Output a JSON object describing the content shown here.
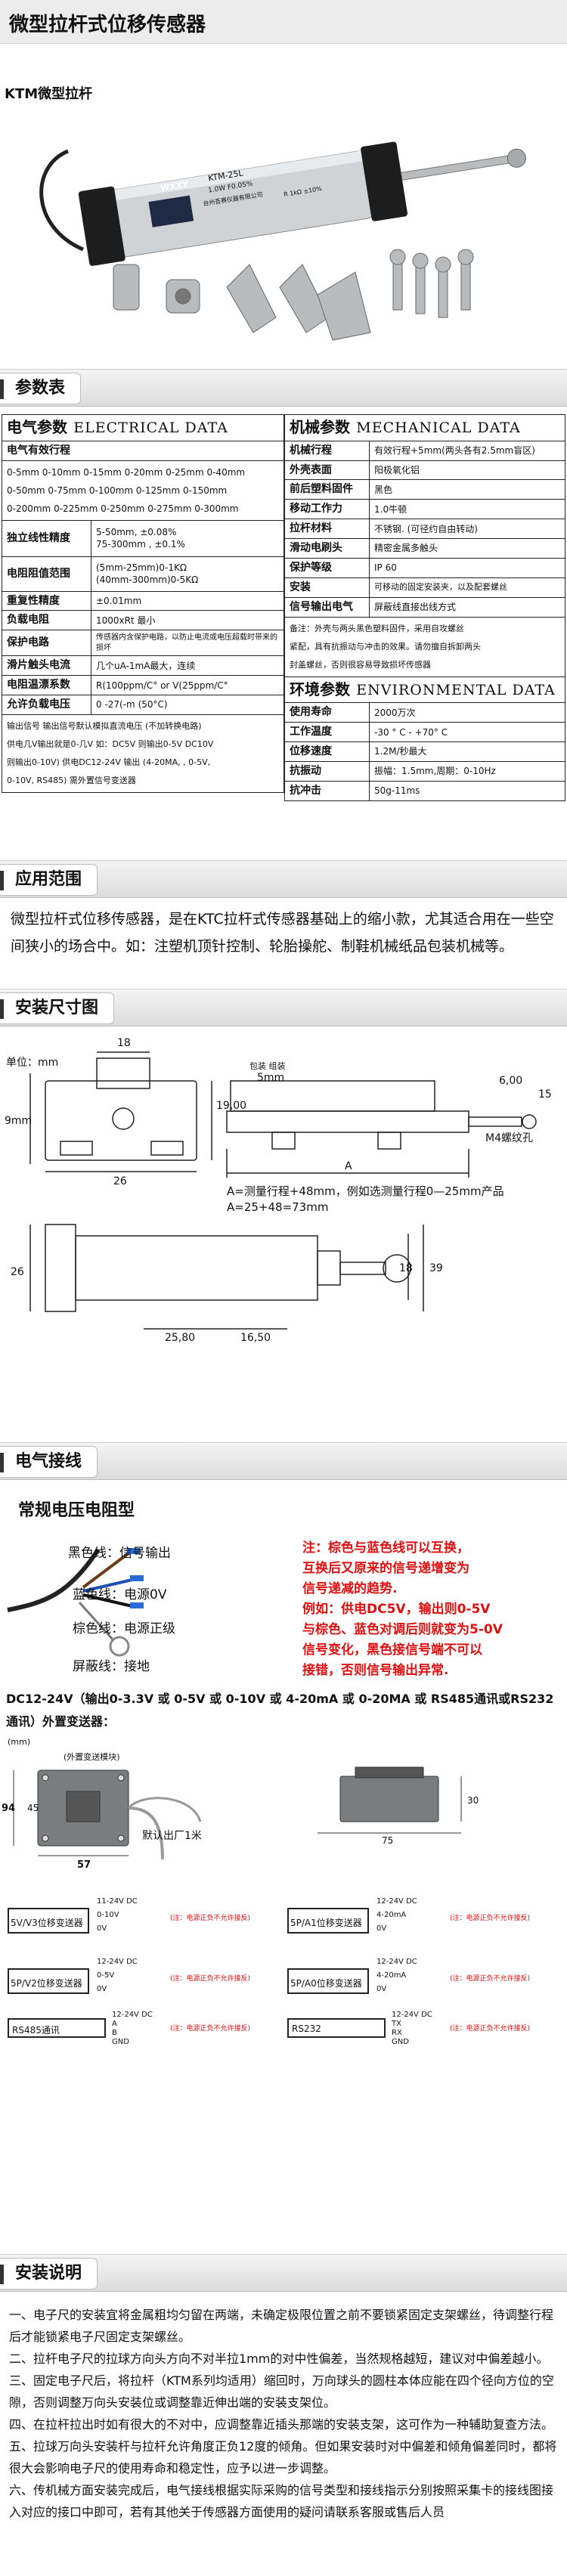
{
  "header": {
    "title": "微型拉杆式位移传感器"
  },
  "product": {
    "subtitle": "KTM微型拉杆",
    "label_brand": "WXXY",
    "label_model": "KTM-25L",
    "label_line2": "1.0W  F0.05%",
    "label_line3": "台州吾赛仪器有限公司",
    "label_line4": "R 1kΩ ±10%"
  },
  "sections": {
    "params": "参数表",
    "application": "应用范围",
    "dimensions": "安装尺寸图",
    "wiring": "电气接线",
    "install": "安装说明"
  },
  "params": {
    "electrical_cn": "电气参数",
    "electrical_en": "ELECTRICAL DATA",
    "mechanical_cn": "机械参数",
    "mechanical_en": "MECHANICAL DATA",
    "environmental_cn": "环境参数",
    "environmental_en": "ENVIRONMENTAL DATA",
    "stroke_label": "电气有效行程",
    "stroke_values": [
      "0-5mm 0-10mm 0-15mm 0-20mm 0-25mm 0-40mm",
      "0-50mm 0-75mm 0-100mm 0-125mm 0-150mm",
      "0-200mm 0-225mm 0-250mm 0-275mm 0-300mm"
    ],
    "linearity_label": "独立线性精度",
    "linearity_values": [
      "5-50mm, ±0.08%",
      "75-300mm , ±0.1%"
    ],
    "resistance_label": "电阻阻值范围",
    "resistance_values": [
      "(5mm-25mm)0-1KΩ",
      "(40mm-300mm)0-5KΩ"
    ],
    "repeat_label": "重复性精度",
    "repeat_value": "±0.01mm",
    "load_label": "负载电阻",
    "load_value": "1000xRt 最小",
    "protect_label": "保护电路",
    "protect_value": "传感器内含保护电路，以防止电流或电压超载时带来的损坏",
    "wiper_label": "滑片触头电流",
    "wiper_value": "几个uA-1mA最大，连续",
    "tempco_label": "电阻温漂系数",
    "tempco_value": "R(100ppm/C° or V(25ppm/C°",
    "power_label": "允许负载电压",
    "power_value": "0 -27(-m (50°C)",
    "output_label": "输出信号",
    "output_lines": [
      "输出信号 输出信号默认模拟直流电压 (不加转换电路)",
      "供电几V输出就是0-几V 如：DC5V 则输出0-5V  DC10V",
      "则输出0-10V) 供电DC12-24V 输出 (4-20MA, , 0-5V,",
      "0-10V, RS485) 需外置信号变送器"
    ],
    "mech_rows": [
      {
        "label": "机械行程",
        "value": "有效行程+5mm(两头各有2.5mm盲区)"
      },
      {
        "label": "外壳表面",
        "value": "阳极氧化铝"
      },
      {
        "label": "前后塑料固件",
        "value": "黑色"
      },
      {
        "label": "移动工作力",
        "value": "1.0牛顿"
      },
      {
        "label": "拉杆材料",
        "value": "不锈钢. (可径约自由转动)"
      },
      {
        "label": "滑动电刷头",
        "value": "精密金属多触头"
      },
      {
        "label": "保护等级",
        "value": "IP 60"
      },
      {
        "label": "安装",
        "value": "可移动的固定安装夹，以及配套螺丝"
      },
      {
        "label": "信号输出电气",
        "value": "屏蔽线直接出线方式"
      }
    ],
    "mech_note": [
      "备注：外壳与两头黑色塑料固件，采用自攻螺丝",
      "紧配，具有抗振动与冲击的效果。请勿擅自拆卸两头",
      "封盖螺丝，否则很容易导致损坏传感器"
    ],
    "env_rows": [
      {
        "label": "使用寿命",
        "value": "2000万次"
      },
      {
        "label": "工作温度",
        "value": "-30 ° C - +70° C"
      },
      {
        "label": "位移速度",
        "value": "1.2M/秒最大"
      },
      {
        "label": "抗振动",
        "value": "振幅：1.5mm,周期：0-10Hz"
      },
      {
        "label": "抗冲击",
        "value": "50g-11ms"
      }
    ]
  },
  "application": {
    "text": "微型拉杆式位移传感器，是在KTC拉杆式传感器基础上的缩小款，尤其适合用在一些空间狭小的场合中。如：注塑机顶针控制、轮胎操舵、制鞋机械纸品包装机械等。"
  },
  "dimensions": {
    "unit_label": "单位：mm",
    "d18": "18",
    "d9mm": "9mm",
    "d26": "26",
    "d19": "19,00",
    "calib": "包装 组装",
    "d5mm": "5mm",
    "d6": "6,00",
    "d15": "15",
    "m4": "M4螺纹孔",
    "a_label": "A",
    "formula1": "A=测量行程+48mm，例如选测量行程0—25mm产品",
    "formula2": "A=25+48=73mm",
    "d26b": "26",
    "d18b": "18",
    "d39": "39",
    "d2580": "25,80",
    "d1650": "16,50"
  },
  "wiring": {
    "title": "常规电压电阻型",
    "wire1": "黑色线：信号输出",
    "wire2": "蓝色线：电源0V",
    "wire3": "棕色线：电源正级",
    "wire4": "屏蔽线：接地",
    "note": [
      "注：棕色与蓝色线可以互换，",
      "互换后又原来的信号递增变为",
      "信号递减的趋势.",
      "例如：供电DC5V，输出则0-5V",
      "与棕色、蓝色对调后则就变为5-0V",
      "信号变化，黑色接信号端不可以",
      "接错，否则信号输出异常."
    ],
    "transmitter": "DC12-24V（输出0-3.3V 或 0-5V 或 0-10V 或 4-20mA 或 0-20MA 或 RS485通讯或RS232通讯）外置变送器：",
    "box_note": "(外置变送模块)",
    "box_unit": "(mm)",
    "d94": "94",
    "d45": "45",
    "d57": "57",
    "d30": "30",
    "d75": "75",
    "cable": "默认出厂1米",
    "modules": [
      {
        "name": "5V/V3位移变送器",
        "lines": [
          "11-24V DC",
          "0-10V",
          "0V"
        ]
      },
      {
        "name": "5P/A1位移变送器",
        "lines": [
          "12-24V DC",
          "4-20mA",
          "0V"
        ]
      },
      {
        "name": "5P/V2位移变送器",
        "lines": [
          "12-24V DC",
          "0-5V",
          "0V"
        ]
      },
      {
        "name": "5P/A0位移变送器",
        "lines": [
          "12-24V DC",
          "4-20mA",
          "0V"
        ]
      },
      {
        "name": "RS485通讯",
        "lines": [
          "12-24V DC",
          "A",
          "B",
          "GND"
        ]
      },
      {
        "name": "RS232",
        "lines": [
          "12-24V DC",
          "TX",
          "RX",
          "GND"
        ]
      }
    ],
    "module_note": "(注：电源正负不允许接反)"
  },
  "install": {
    "items": [
      "一、电子尺的安装宜将金属粗均匀留在两端，未确定极限位置之前不要锁紧固定支架螺丝，待调整行程后才能锁紧电子尺固定支架螺丝。",
      "二、拉杆电子尺的拉球方向头方向不对半拉1mm的对中性偏差，当然规格越短，建议对中偏差越小。",
      "三、固定电子尺后，将拉杆（KTM系列均适用）缩回时，万向球头的圆柱本体应能在四个径向方位的空隙，否则调整万向头安装位或调整靠近伸出端的安装支架位。",
      "四、在拉杆拉出时如有很大的不对中，应调整靠近插头那端的安装支架，这可作为一种辅助复查方法。",
      "五、拉球万向头安装杆与拉杆允许角度正负12度的倾角。但如果安装时对中偏差和倾角偏差同时，都将很大会影响电子尺的使用寿命和稳定性，应予以进一步调整。",
      "六、传机械方面安装完成后，电气接线根据实际采购的信号类型和接线指示分别按照采集卡的接线图接入对应的接口中即可，若有其他关于传感器方面使用的疑问请联系客服或售后人员"
    ]
  },
  "colors": {
    "red_note": "#e01010",
    "section_bg": "#e6e6e6"
  }
}
